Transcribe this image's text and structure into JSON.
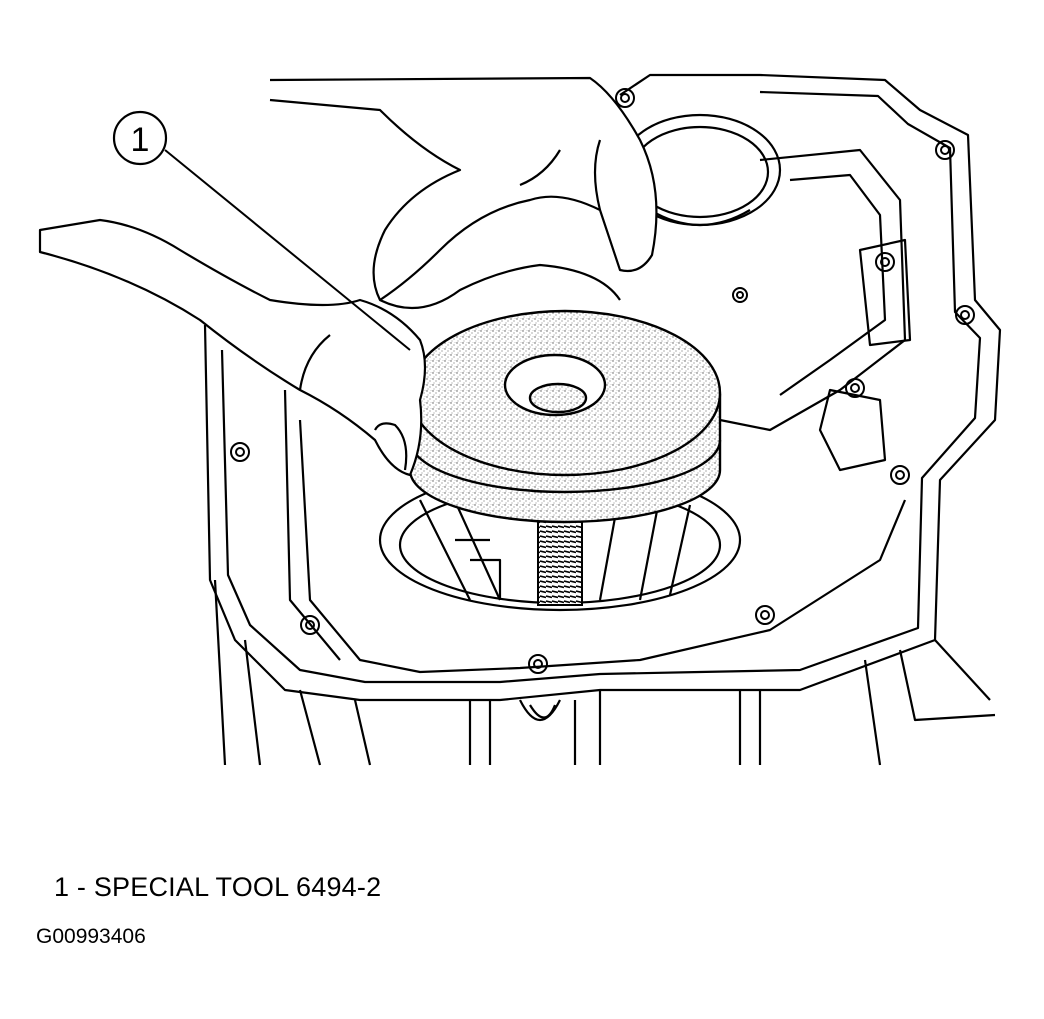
{
  "callout": {
    "number": "1"
  },
  "legend": [
    {
      "number": "1",
      "separator": "-",
      "label": "SPECIAL TOOL 6494-2"
    }
  ],
  "figure_code": "G00993406",
  "colors": {
    "ink": "#000000",
    "paper": "#ffffff",
    "stipple": "#b8b8b8"
  }
}
